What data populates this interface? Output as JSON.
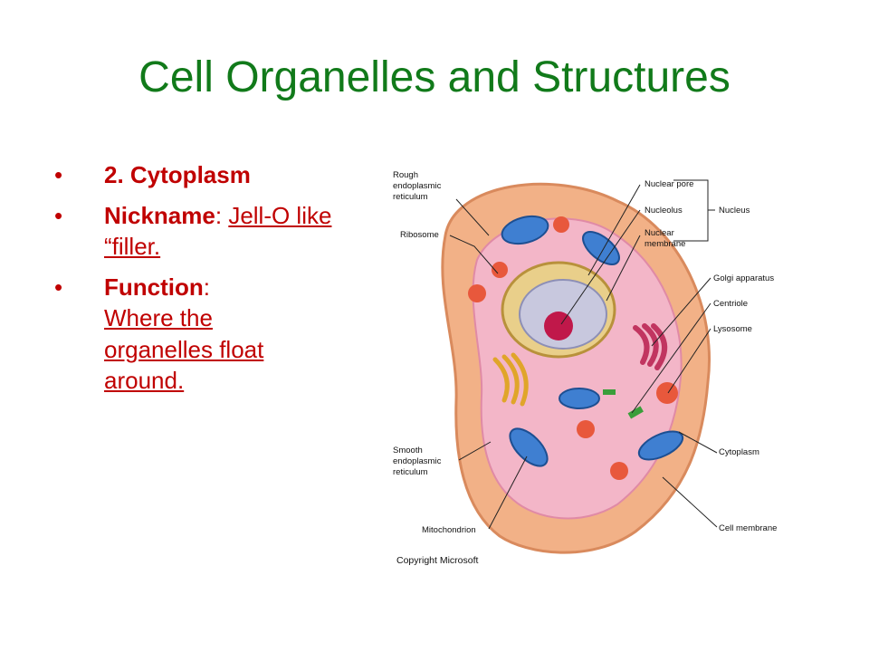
{
  "slide": {
    "title": "Cell Organelles and Structures"
  },
  "bullets": [
    {
      "marker": "•",
      "text": "2. Cytoplasm"
    },
    {
      "marker": "•",
      "label": "Nickname",
      "sep": ":",
      "value_line1": "Jell-O like",
      "value_line2": "“filler."
    },
    {
      "marker": "•",
      "label": "Function",
      "sep": ":",
      "value_line1": "Where the",
      "value_line2": "organelles float",
      "value_line3": "around."
    }
  ],
  "figure": {
    "left_labels": {
      "rough_er_1": "Rough",
      "rough_er_2": "endoplasmic",
      "rough_er_3": "reticulum",
      "ribosome": "Ribosome",
      "smooth_er_1": "Smooth",
      "smooth_er_2": "endoplasmic",
      "smooth_er_3": "reticulum",
      "mitochondrion": "Mitochondrion"
    },
    "right_labels": {
      "nuclear_pore": "Nuclear pore",
      "nucleolus": "Nucleolus",
      "nuclear_membrane_1": "Nuclear",
      "nuclear_membrane_2": "membrane",
      "nucleus": "Nucleus",
      "golgi": "Golgi apparatus",
      "centriole": "Centriole",
      "lysosome": "Lysosome",
      "cytoplasm": "Cytoplasm",
      "cell_membrane": "Cell membrane"
    },
    "copyright": "Copyright Microsoft"
  },
  "colors": {
    "title": "#117a1a",
    "accent_red": "#c00000",
    "cell_outer": "#f2b187",
    "cytoplasm": "#f3b6c8",
    "mitochondria": "#3f7fd1",
    "nucleus": "#c8c8de",
    "nucleolus": "#c0184a"
  }
}
